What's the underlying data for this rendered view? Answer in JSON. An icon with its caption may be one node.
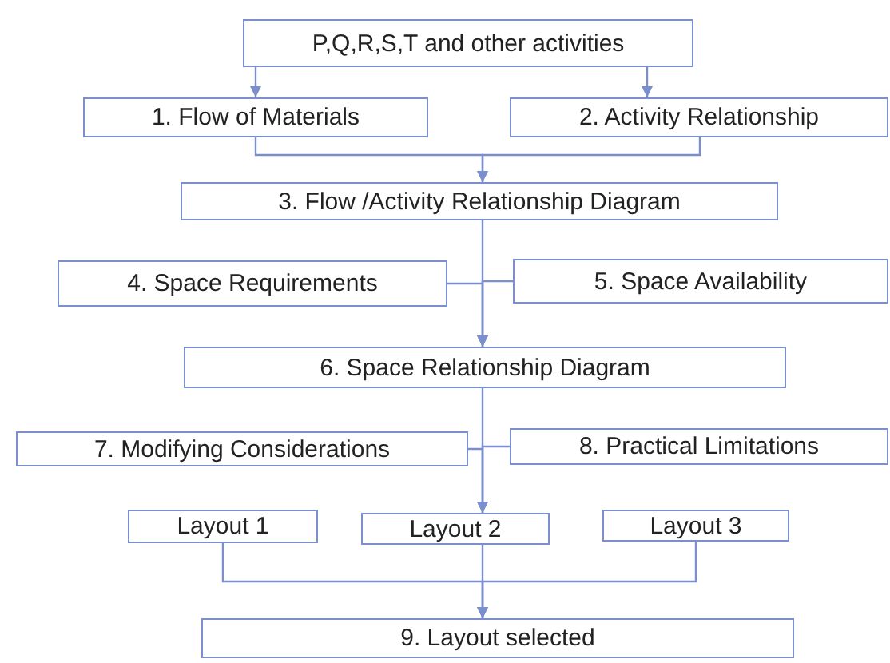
{
  "diagram": {
    "nodes": [
      {
        "text": [
          "P,Q,R,S,T and other activities"
        ]
      },
      {
        "text": [
          "1. Flow of Materials"
        ]
      },
      {
        "text": [
          "2. Activity Relationship"
        ]
      },
      {
        "text": [
          "3. Flow /Activity Relationship Diagram"
        ]
      },
      {
        "text": [
          "4. Space Requirements"
        ]
      },
      {
        "text": [
          "5. Space Availability"
        ]
      },
      {
        "text": [
          "6. Space Relationship Diagram"
        ]
      },
      {
        "text": [
          "7. Modifying Considerations"
        ]
      },
      {
        "text": [
          "8. Practical Limitations"
        ]
      },
      {
        "text": [
          "Layout 1"
        ]
      },
      {
        "text": [
          "Layout 2"
        ]
      },
      {
        "text": [
          "Layout 3"
        ]
      },
      {
        "text": [
          "9. Layout selected"
        ]
      }
    ],
    "edges": [
      {
        "from": 0,
        "to": 1,
        "arrow": "to"
      },
      {
        "from": 0,
        "to": 2,
        "arrow": "to"
      },
      {
        "from": 1,
        "to": 3,
        "arrow": "to"
      },
      {
        "from": 2,
        "to": 3,
        "arrow": "to"
      },
      {
        "from": 3,
        "to": 6,
        "arrow": "to"
      },
      {
        "from": 4,
        "to": 6,
        "arrow": "to"
      },
      {
        "from": 5,
        "to": 6,
        "arrow": "to"
      },
      {
        "from": 6,
        "to": 10,
        "arrow": "to"
      },
      {
        "from": 7,
        "to": 10,
        "arrow": "to"
      },
      {
        "from": 8,
        "to": 10,
        "arrow": "to"
      },
      {
        "from": 9,
        "to": 12,
        "arrow": "to"
      },
      {
        "from": 10,
        "to": 12,
        "arrow": "to"
      },
      {
        "from": 11,
        "to": 12,
        "arrow": "to"
      }
    ]
  }
}
